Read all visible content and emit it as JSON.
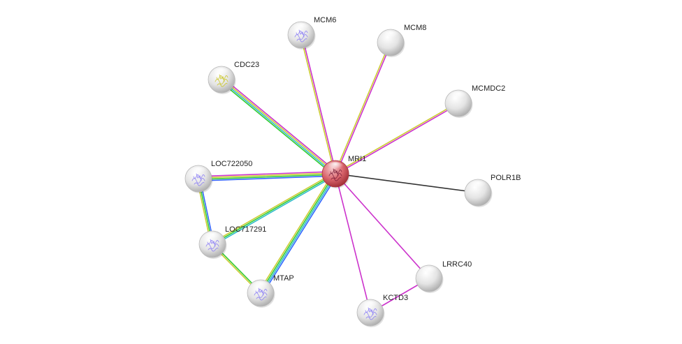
{
  "network": {
    "center_node": "MRI1",
    "colors": {
      "neighborhood": "#33cc33",
      "gene_fusion": "#e8372c",
      "cooccurrence": "#3366ff",
      "experiments": "#cc33cc",
      "databases": "#33bbcc",
      "textmining": "#cccc33",
      "coexpression": "#333333",
      "homology": "#8a7cf4",
      "center_node_fill": "#d9656c",
      "node_fill": "#e4e4e4"
    },
    "nodes": [
      {
        "id": "MRI1",
        "label": "MRI1",
        "role": "query",
        "icon": "protein-structure-icon"
      },
      {
        "id": "MCM6",
        "label": "MCM6",
        "icon": "protein-structure-icon"
      },
      {
        "id": "MCM8",
        "label": "MCM8",
        "icon": "none"
      },
      {
        "id": "CDC23",
        "label": "CDC23",
        "icon": "protein-structure-icon"
      },
      {
        "id": "MCMDC2",
        "label": "MCMDC2",
        "icon": "none"
      },
      {
        "id": "LOC722050",
        "label": "LOC722050",
        "icon": "protein-structure-icon"
      },
      {
        "id": "POLR1B",
        "label": "POLR1B",
        "icon": "none"
      },
      {
        "id": "LOC717291",
        "label": "LOC717291",
        "icon": "protein-structure-icon"
      },
      {
        "id": "LRRC40",
        "label": "LRRC40",
        "icon": "none"
      },
      {
        "id": "MTAP",
        "label": "MTAP",
        "icon": "protein-structure-icon"
      },
      {
        "id": "KCTD3",
        "label": "KCTD3",
        "icon": "protein-structure-icon"
      }
    ],
    "edges": [
      {
        "source": "MRI1",
        "target": "MCM6",
        "channels": [
          "textmining",
          "experiments"
        ]
      },
      {
        "source": "MRI1",
        "target": "MCM8",
        "channels": [
          "textmining",
          "experiments"
        ]
      },
      {
        "source": "MRI1",
        "target": "CDC23",
        "channels": [
          "neighborhood",
          "databases",
          "textmining",
          "experiments"
        ]
      },
      {
        "source": "MRI1",
        "target": "MCMDC2",
        "channels": [
          "textmining",
          "experiments"
        ]
      },
      {
        "source": "MRI1",
        "target": "LOC722050",
        "channels": [
          "cooccurrence",
          "neighborhood",
          "textmining",
          "experiments"
        ]
      },
      {
        "source": "MRI1",
        "target": "POLR1B",
        "channels": [
          "coexpression"
        ]
      },
      {
        "source": "MRI1",
        "target": "LOC717291",
        "channels": [
          "databases",
          "neighborhood",
          "textmining"
        ]
      },
      {
        "source": "MRI1",
        "target": "LRRC40",
        "channels": [
          "experiments"
        ]
      },
      {
        "source": "MRI1",
        "target": "MTAP",
        "channels": [
          "cooccurrence",
          "databases",
          "neighborhood",
          "textmining"
        ]
      },
      {
        "source": "MRI1",
        "target": "KCTD3",
        "channels": [
          "experiments"
        ]
      },
      {
        "source": "LOC722050",
        "target": "LOC717291",
        "channels": [
          "cooccurrence",
          "neighborhood",
          "textmining"
        ]
      },
      {
        "source": "LOC717291",
        "target": "MTAP",
        "channels": [
          "neighborhood",
          "textmining"
        ]
      },
      {
        "source": "LRRC40",
        "target": "KCTD3",
        "channels": [
          "experiments"
        ]
      }
    ]
  }
}
